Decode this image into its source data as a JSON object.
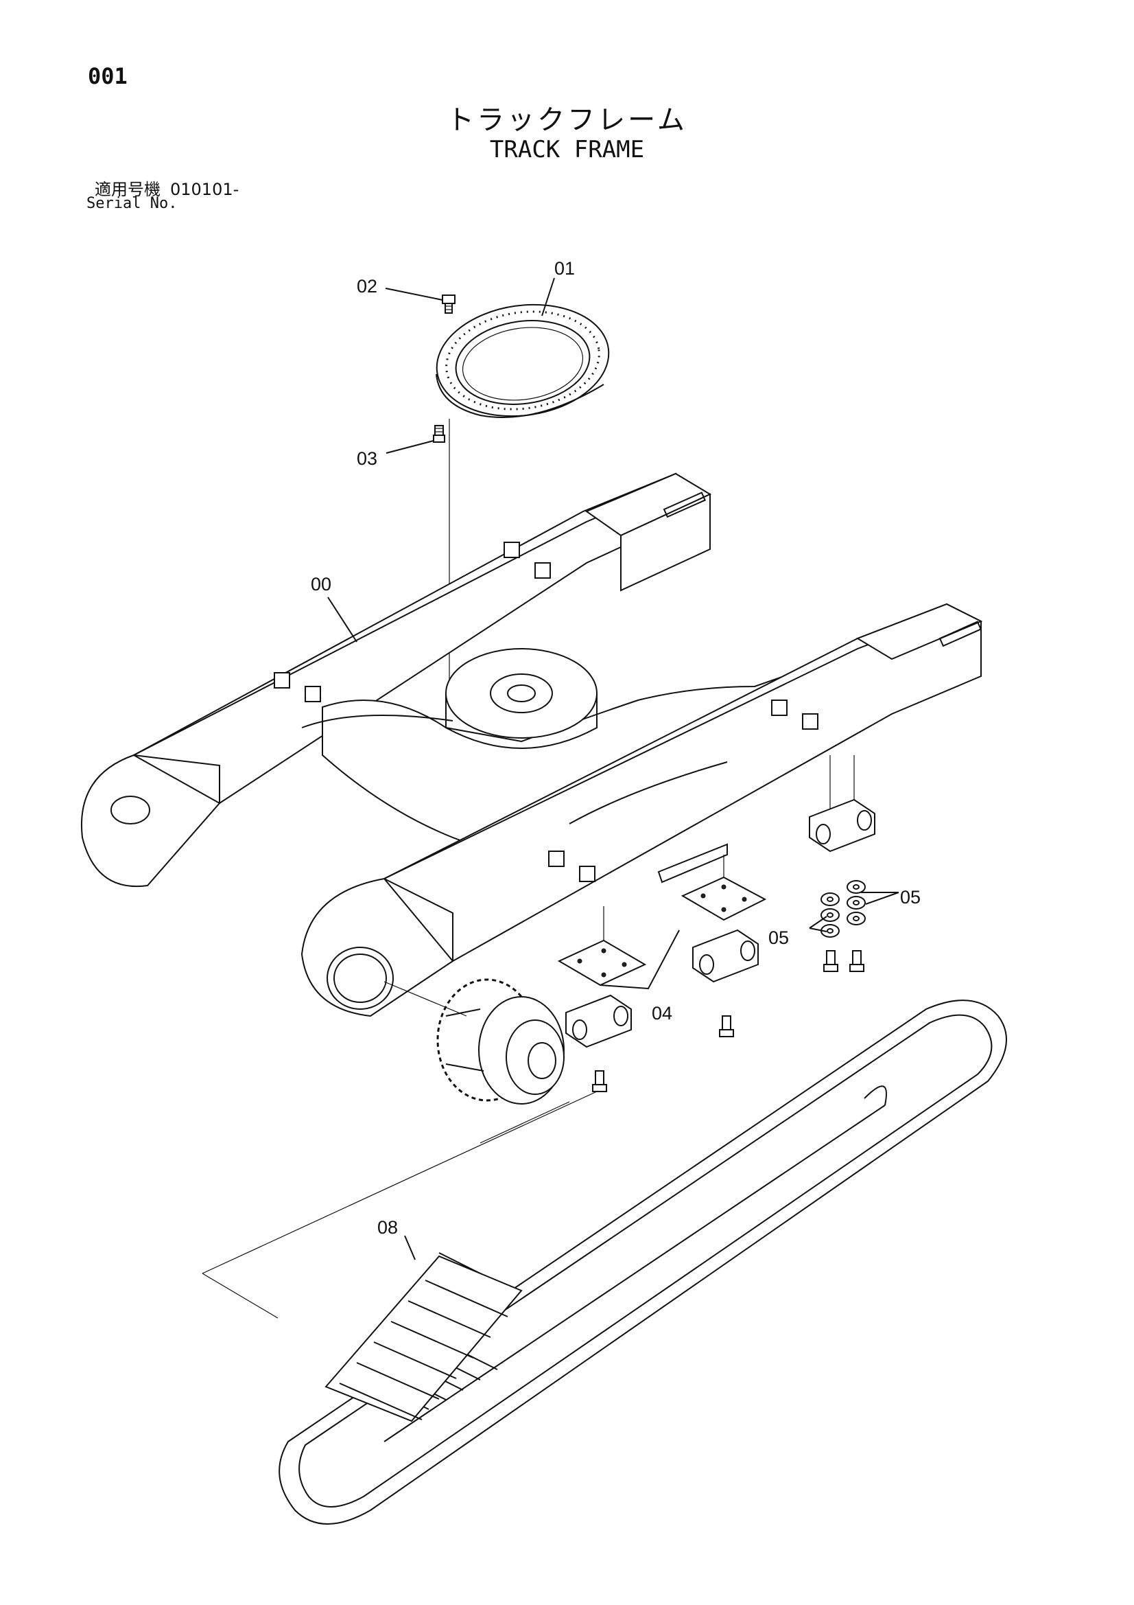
{
  "page_number": "001",
  "title": {
    "japanese": "トラックフレーム",
    "english": "TRACK FRAME"
  },
  "serial": {
    "label_ja": "適用号機",
    "value": "010101-",
    "label_en": "Serial No."
  },
  "callouts": [
    {
      "id": "01",
      "part": "swing-bearing"
    },
    {
      "id": "02",
      "part": "bolt"
    },
    {
      "id": "03",
      "part": "bolt"
    },
    {
      "id": "00",
      "part": "track-frame"
    },
    {
      "id": "04",
      "part": "upper-roller-and-plate"
    },
    {
      "id": "05",
      "part": "washers"
    },
    {
      "id": "05",
      "part": "washers"
    },
    {
      "id": "08",
      "part": "crawler-track"
    }
  ],
  "colors": {
    "ink": "#111111",
    "paper": "#ffffff"
  }
}
